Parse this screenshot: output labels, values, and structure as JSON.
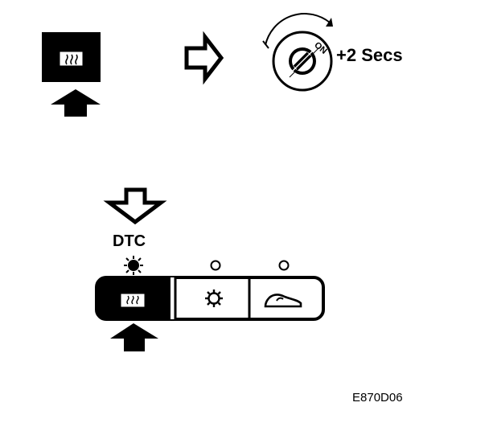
{
  "diagram": {
    "timing_label": "+2 Secs",
    "ignition_position_label": "ON",
    "dtc_label": "DTC",
    "figure_code": "E870D06"
  },
  "icons": {
    "step1_button": "heated-rear-window-icon",
    "step1_press": "press-arrow-up-icon",
    "sequence_arrow": "outline-arrow-right-icon",
    "ignition": "ignition-key-switch-icon",
    "dtc_arrow": "outline-arrow-down-icon",
    "panel_led_active": "flashing-led-icon",
    "panel_led_off": "led-off-icon",
    "panel_button_1": "heated-rear-window-icon",
    "panel_button_2": "fan-gear-icon",
    "panel_button_3": "windscreen-icon",
    "panel_press": "press-arrow-up-icon"
  },
  "colors": {
    "ink": "#000000",
    "paper": "#ffffff"
  }
}
